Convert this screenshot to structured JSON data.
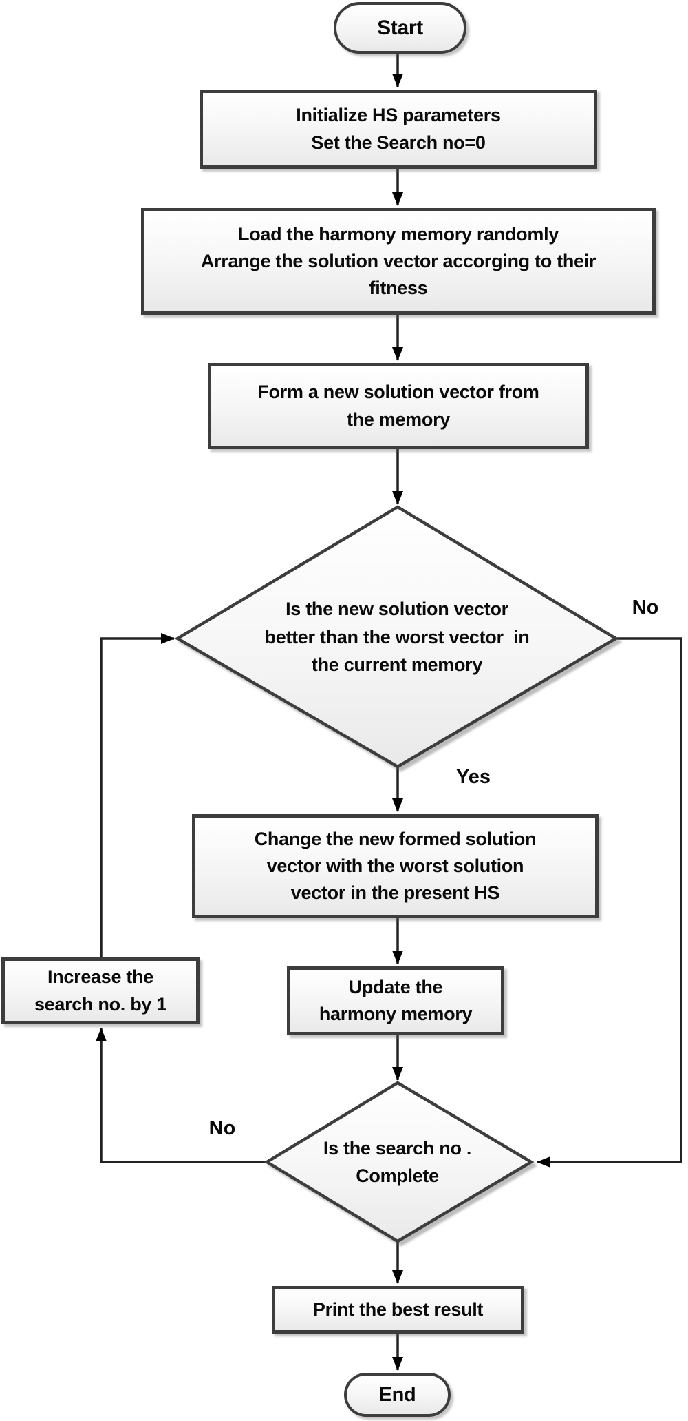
{
  "diagram": {
    "kind": "flowchart",
    "nodes": {
      "start": {
        "shape": "terminator",
        "label": "Start"
      },
      "initialize": {
        "shape": "process",
        "label": "Initialize HS parameters\nSet the Search no=0"
      },
      "load_memory": {
        "shape": "process",
        "label": "Load the harmony memory randomly\nArrange the solution vector accorging to their\nfitness"
      },
      "form_vector": {
        "shape": "process",
        "label": "Form a new solution vector from\nthe memory"
      },
      "decision_better": {
        "shape": "decision",
        "label": "Is the new solution vector\nbetter than the worst vector  in\nthe current memory"
      },
      "change_vector": {
        "shape": "process",
        "label": "Change the new formed solution\nvector with the worst solution\nvector in the present HS"
      },
      "update_memory": {
        "shape": "process",
        "label": "Update the\nharmony memory"
      },
      "increase_search": {
        "shape": "process",
        "label": "Increase the\nsearch no. by 1"
      },
      "decision_complete": {
        "shape": "decision",
        "label": "Is the search no .\nComplete"
      },
      "print_result": {
        "shape": "process",
        "label": "Print the best result"
      },
      "end": {
        "shape": "terminator",
        "label": "End"
      }
    },
    "edge_labels": {
      "yes": "Yes",
      "no_right": "No",
      "no_left": "No"
    },
    "colors": {
      "node_border": "#3d3d3d",
      "node_fill_top": "#ffffff",
      "node_fill_bottom": "#e9e9e9",
      "connector": "#222222",
      "arrowhead": "#000000",
      "text": "#0a0a0a",
      "background": "#ffffff"
    }
  }
}
